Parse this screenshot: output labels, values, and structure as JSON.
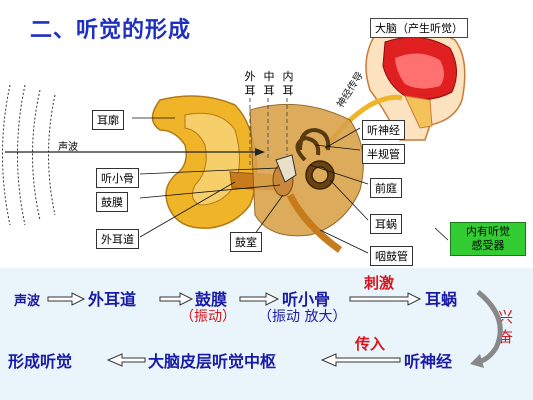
{
  "title": "二、听觉的形成",
  "brain_label": "大脑（产生听觉）",
  "region_labels": [
    {
      "line1": "外",
      "line2": "耳"
    },
    {
      "line1": "中",
      "line2": "耳"
    },
    {
      "line1": "内",
      "line2": "耳"
    }
  ],
  "sound_wave_label": "声波",
  "nerve_label": "神经传导",
  "part_labels": {
    "erkuo": "耳廓",
    "tingxiaogu": "听小骨",
    "gumo": "鼓膜",
    "waierdao": "外耳道",
    "gushi": "鼓室",
    "tingshenjing": "听神经",
    "banguiguan": "半规管",
    "qianting": "前庭",
    "erwo": "耳蜗",
    "yangu": "咽鼓管"
  },
  "receptor_box": {
    "line1": "内有听觉",
    "line2": "感受器"
  },
  "flow": {
    "row1": [
      "声波",
      "外耳道",
      "鼓膜",
      "听小骨",
      "耳蜗"
    ],
    "vibration1": "（振动）",
    "vibration2": "（振动 放大）",
    "stimulus": "刺激",
    "excite_1": "兴",
    "excite_2": "奋",
    "row2": [
      "形成听觉",
      "大脑皮层听觉中枢",
      "听神经"
    ],
    "transmit": "传入"
  },
  "colors": {
    "title": "#1f2fbf",
    "flow_text": "#1a1aa8",
    "red_text": "#d8141c",
    "receptor_bg": "#33cc33",
    "panel_bg": "#eaf5fb",
    "ear_skin": "#f0b428"
  }
}
